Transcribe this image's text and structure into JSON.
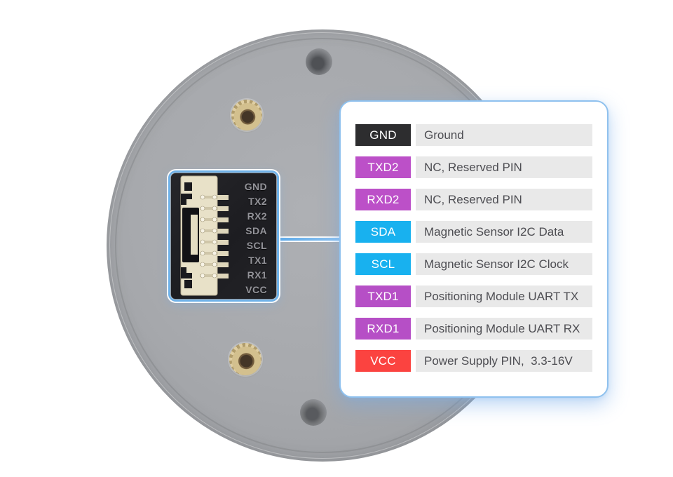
{
  "connector": {
    "pins": [
      "GND",
      "TX2",
      "RX2",
      "SDA",
      "SCL",
      "TX1",
      "RX1",
      "VCC"
    ]
  },
  "pinout": {
    "rows": [
      {
        "label": "GND",
        "desc": "Ground",
        "color": "#2d2d2f"
      },
      {
        "label": "TXD2",
        "desc": "NC, Reserved PIN",
        "color": "#bc50c8"
      },
      {
        "label": "RXD2",
        "desc": "NC, Reserved PIN",
        "color": "#bc50c8"
      },
      {
        "label": "SDA",
        "desc": "Magnetic Sensor I2C Data",
        "color": "#18b1ef"
      },
      {
        "label": "SCL",
        "desc": "Magnetic Sensor I2C Clock",
        "color": "#18b1ef"
      },
      {
        "label": "TXD1",
        "desc": "Positioning Module UART TX",
        "color": "#b64fc6"
      },
      {
        "label": "RXD1",
        "desc": "Positioning Module UART RX",
        "color": "#b64fc6"
      },
      {
        "label": "VCC",
        "desc": "Power Supply PIN,  3.3-16V",
        "color": "#fb4340"
      }
    ]
  },
  "colors": {
    "highlight_border": "#6fb2e9",
    "card_border": "#8fc1ee",
    "connector_line": "#5fabe9",
    "desc_bg": "#e9e9e9",
    "badge_text": "#ffffff"
  }
}
